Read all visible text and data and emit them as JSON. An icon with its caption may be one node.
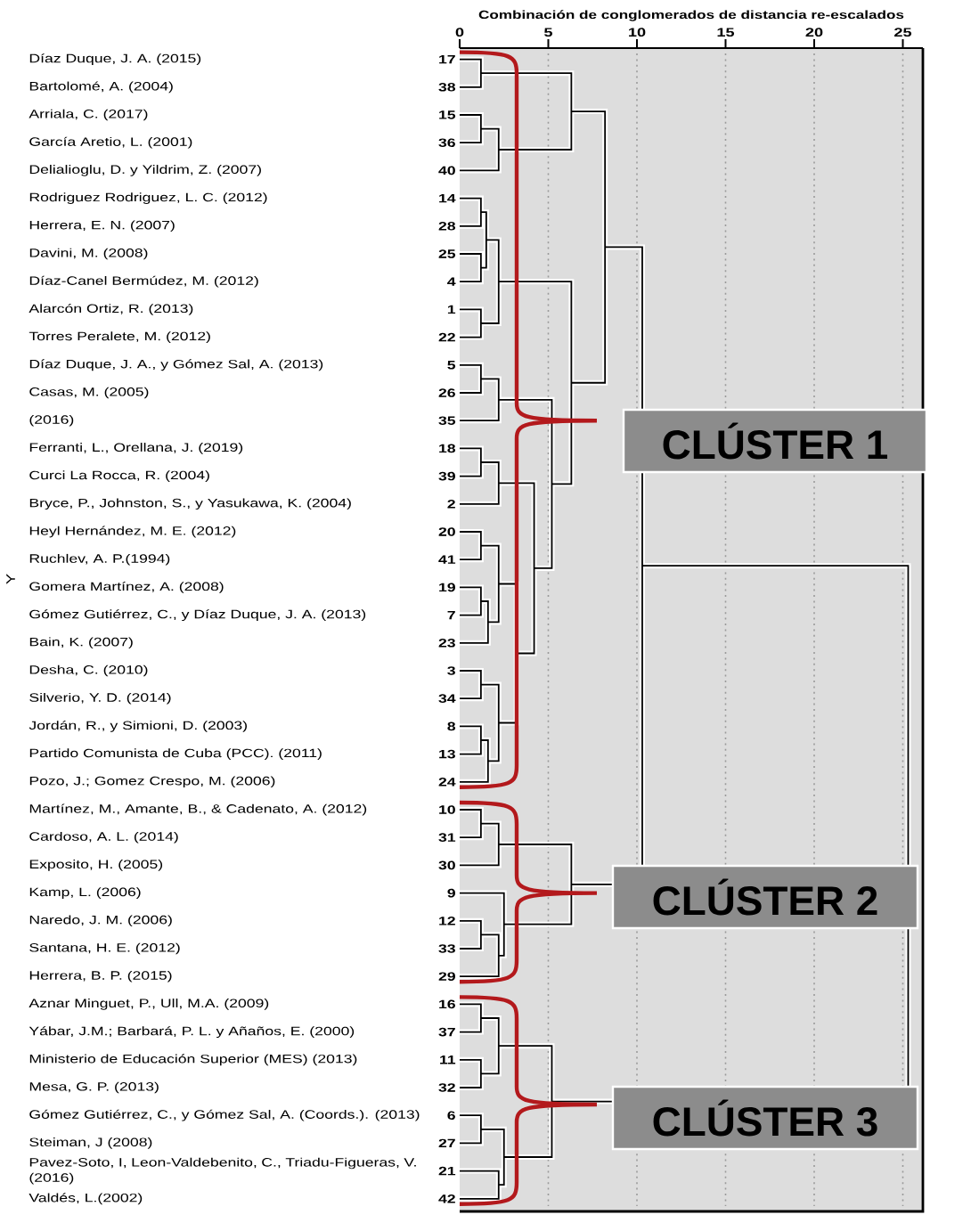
{
  "diagram": {
    "nodes": [
      {
        "text": [
          "CLÚSTER 1"
        ]
      },
      {
        "text": [
          "CLÚSTER 2"
        ]
      },
      {
        "text": [
          "CLÚSTER 3"
        ]
      }
    ],
    "labels": [
      "Combinación de conglomerados de distancia re-escalados",
      "0",
      "5",
      "10",
      "15",
      "20",
      "25",
      "Y",
      "Díaz Duque, J. A. (2015)",
      "17",
      "Bartolomé, A. (2004)",
      "38",
      "Arriala, C. (2017)",
      "15",
      "García Aretio, L. (2001)",
      "36",
      "Delialioglu, D. y Yildrim, Z. (2007)",
      "40",
      "Rodriguez Rodriguez, L. C. (2012)",
      "14",
      "Herrera, E. N. (2007)",
      "28",
      "Davini, M. (2008)",
      "25",
      "Díaz-Canel Bermúdez, M. (2012)",
      "4",
      "Alarcón Ortiz, R. (2013)",
      "1",
      "Torres Peralete, M. (2012)",
      "22",
      "Díaz Duque, J. A., y Gómez Sal, A. (2013)",
      "5",
      "Casas, M. (2005)",
      "26",
      "(2016)",
      "35",
      "Ferranti, L., Orellana, J. (2019)",
      "18",
      "Curci La Rocca, R. (2004)",
      "39",
      "Bryce, P., Johnston, S., y Yasukawa, K. (2004)",
      "2",
      "Heyl Hernández, M. E. (2012)",
      "20",
      "Ruchlev, A. P.(1994)",
      "41",
      "Gomera Martínez, A. (2008)",
      "19",
      "Gómez Gutiérrez, C., y Díaz Duque, J. A. (2013)",
      "7",
      "Bain, K. (2007)",
      "23",
      "Desha, C. (2010)",
      "3",
      "Silverio, Y. D. (2014)",
      "34",
      "Jordán, R., y Simioni, D. (2003)",
      "8",
      "Partido Comunista de Cuba (PCC). (2011)",
      "13",
      "Pozo, J.; Gomez Crespo, M. (2006)",
      "24",
      "Martínez, M., Amante, B., & Cadenato, A. (2012)",
      "10",
      "Cardoso, A. L. (2014)",
      "31",
      "Exposito, H. (2005)",
      "30",
      "Kamp, L. (2006)",
      "9",
      "Naredo, J. M. (2006)",
      "12",
      "Santana, H. E. (2012)",
      "33",
      "Herrera, B. P. (2015)",
      "29",
      "Aznar Minguet, P., Ull, M.A. (2009)",
      "16",
      "Yábar, J.M.; Barbará, P. L. y Añaños, E. (2000)",
      "37",
      "Ministerio de Educación Superior (MES) (2013)",
      "11",
      "Mesa, G. P. (2013)",
      "32",
      "Gómez Gutiérrez, C., y Gómez Sal, A. (Coords.). (2013)",
      "6",
      "Steiman, J (2008)",
      "27",
      "Pavez-Soto, I, Leon-Valdebenito, C., Triadu-Figueras, V. (2016)",
      "21",
      "Valdés, L.(2002)",
      "42"
    ]
  }
}
